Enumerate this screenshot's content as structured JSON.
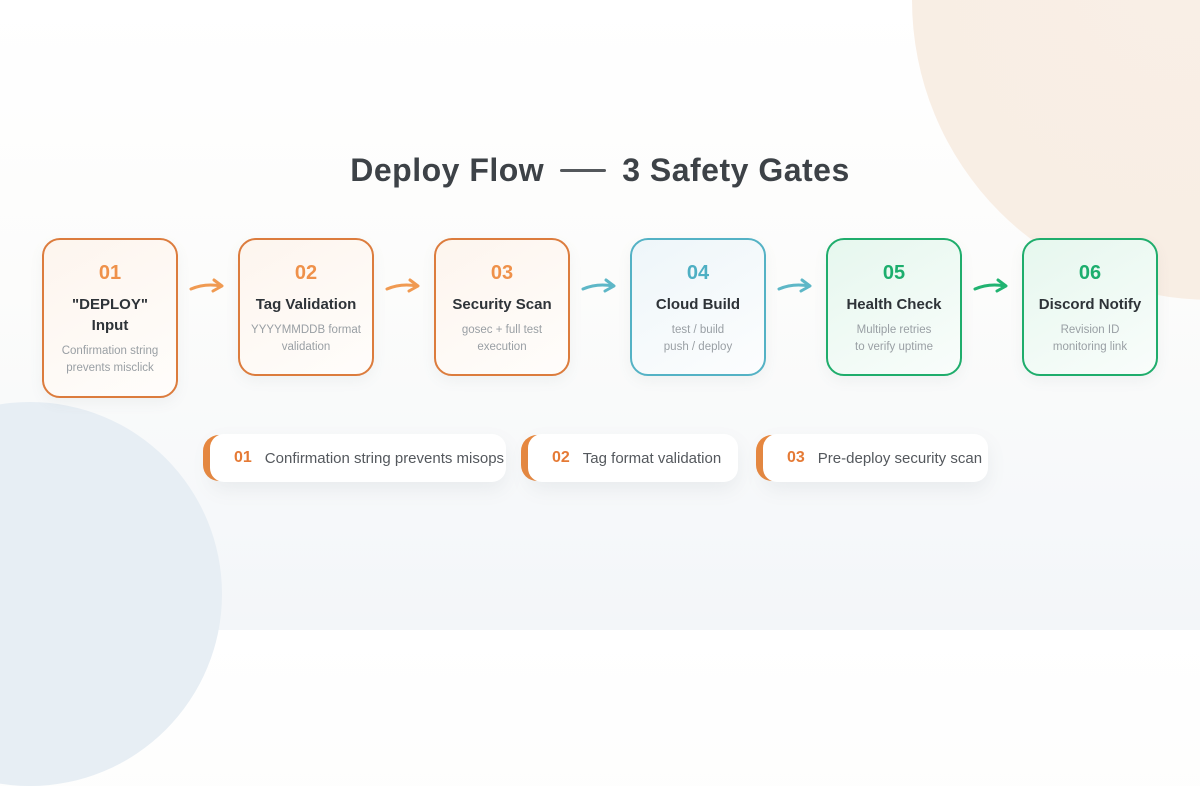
{
  "page": {
    "title_left": "Deploy Flow",
    "title_right": "3 Safety Gates"
  },
  "flow": {
    "steps": [
      {
        "number": "01",
        "title": [
          "\"DEPLOY\"",
          "Input"
        ],
        "subtitle": [
          "Confirmation string",
          "prevents misclick"
        ],
        "theme": "orange"
      },
      {
        "number": "02",
        "title": [
          "Tag Validation"
        ],
        "subtitle": [
          "YYYYMMDDB format",
          "validation"
        ],
        "theme": "orange"
      },
      {
        "number": "03",
        "title": [
          "Security Scan"
        ],
        "subtitle": [
          "gosec + full test",
          "execution"
        ],
        "theme": "orange"
      },
      {
        "number": "04",
        "title": [
          "Cloud Build"
        ],
        "subtitle": [
          "test / build",
          "push / deploy"
        ],
        "theme": "teal"
      },
      {
        "number": "05",
        "title": [
          "Health Check"
        ],
        "subtitle": [
          "Multiple retries",
          "to verify uptime"
        ],
        "theme": "green"
      },
      {
        "number": "06",
        "title": [
          "Discord Notify"
        ],
        "subtitle": [
          "Revision ID",
          "monitoring link"
        ],
        "theme": "green"
      }
    ],
    "arrow_colors": [
      "#f09a52",
      "#f09a52",
      "#5eb7c7",
      "#5eb7c7",
      "#21b371"
    ]
  },
  "gates": [
    {
      "number": "01",
      "label": "Confirmation string prevents misops"
    },
    {
      "number": "02",
      "label": "Tag format validation"
    },
    {
      "number": "03",
      "label": "Pre-deploy security scan"
    }
  ],
  "colors": {
    "step_border_orange": "#dc7c3d",
    "step_border_teal": "#54b2c5",
    "step_border_green": "#1fad6c",
    "gate_accent": "#e8883f",
    "title_text": "#3d4247",
    "decor_peach": "#f8ede3",
    "decor_blue": "#e7eef4"
  }
}
